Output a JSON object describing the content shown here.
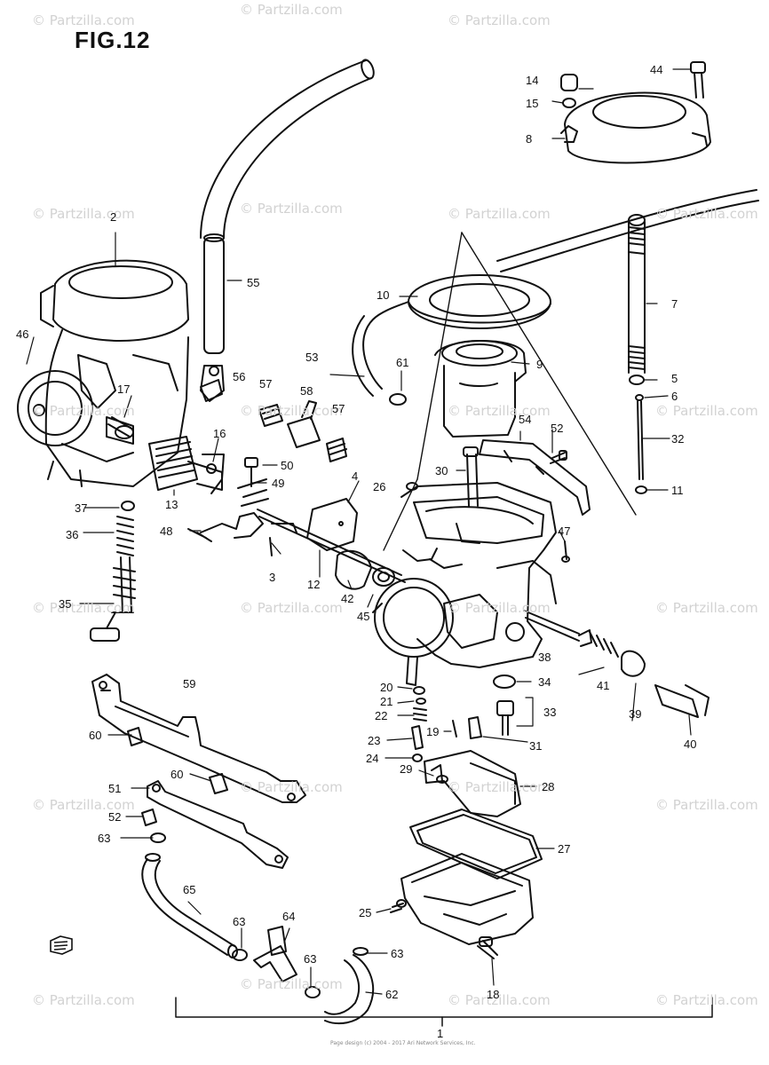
{
  "figure": {
    "title": "FIG.12"
  },
  "watermark": {
    "text": "© Partzilla.com"
  },
  "footer": {
    "text": "Page design (c) 2004 - 2017 Ari Network Services, Inc."
  },
  "callouts": [
    "1",
    "2",
    "3",
    "4",
    "5",
    "6",
    "7",
    "8",
    "9",
    "10",
    "11",
    "12",
    "13",
    "14",
    "15",
    "16",
    "17",
    "18",
    "19",
    "20",
    "21",
    "22",
    "23",
    "24",
    "25",
    "26",
    "27",
    "28",
    "29",
    "30",
    "31",
    "32",
    "33",
    "34",
    "35",
    "36",
    "37",
    "38",
    "39",
    "40",
    "41",
    "42",
    "44",
    "45",
    "46",
    "47",
    "48",
    "49",
    "50",
    "51",
    "52",
    "52",
    "53",
    "54",
    "55",
    "56",
    "57",
    "57",
    "58",
    "59",
    "60",
    "60",
    "61",
    "62",
    "63",
    "63",
    "63",
    "63",
    "64",
    "65"
  ],
  "colors": {
    "line": "#111111",
    "watermark": "#d2d2d2",
    "background": "#ffffff"
  }
}
